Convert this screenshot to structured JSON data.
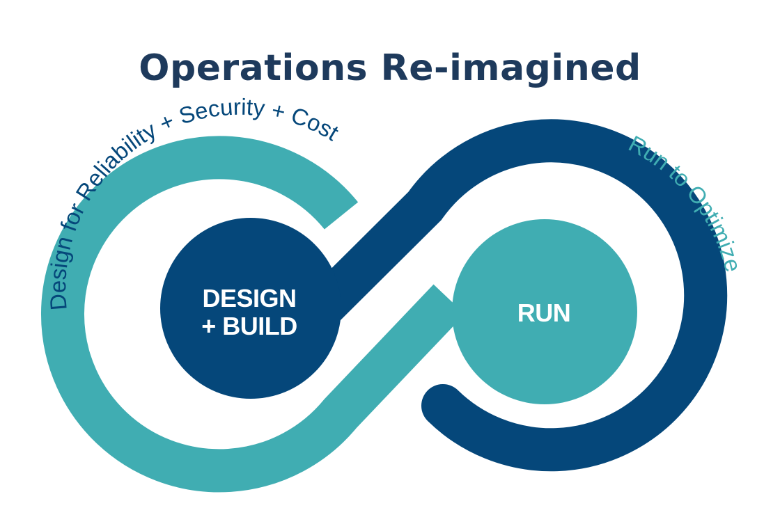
{
  "title": "Operations Re-imagined",
  "left_arc_label": "Design for Reliability + Security + Cost",
  "right_arc_label": "Run to Optimize",
  "nodes": {
    "design": {
      "line1": "DESIGN",
      "line2": "+ BUILD"
    },
    "run": {
      "line1": "RUN"
    }
  },
  "colors": {
    "navy": "#05477a",
    "teal": "#40adb2",
    "title": "#1e3a5c",
    "background": "#ffffff"
  }
}
